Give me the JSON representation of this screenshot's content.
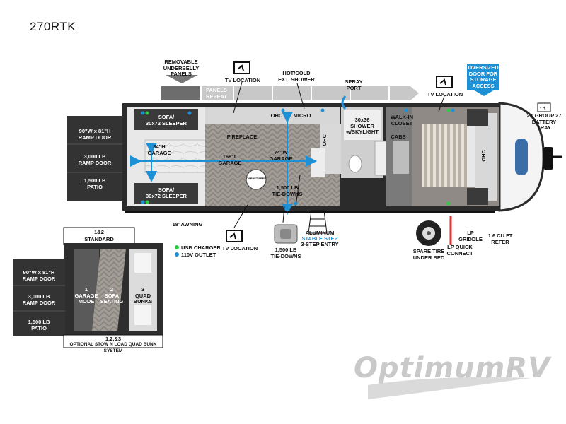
{
  "model": "270RTK",
  "labels": {
    "removable_panels": "REMOVABLE\nUNDERBELLY\nPANELS",
    "panels_repeat": "PANELS\nREPEAT",
    "tv_top": "TV LOCATION",
    "hot_cold": "HOT/COLD\nEXT. SHOWER",
    "spray_port": "SPRAY\nPORT",
    "tv_top_right": "TV LOCATION",
    "oversized_door": "OVERSIZED\nDOOR FOR\nSTORAGE\nACCESS",
    "battery": "2X GROUP 27\nBATTERY\nTRAY",
    "ramp_door_size": "90\"W x 81\"H\nRAMP DOOR",
    "ramp_door_lb": "3,000 LB\nRAMP DOOR",
    "patio": "1,500 LB\nPATIO",
    "sofa_top": "SOFA/\n30x72 SLEEPER",
    "sofa_bottom": "SOFA/\n30x72 SLEEPER",
    "garage_84": "84\"H\nGARAGE",
    "garage_168": "168\"L\nGARAGE",
    "garage_74": "74\"W\nGARAGE",
    "fireplace": "FIREPLACE",
    "ohc_kitchen": "OHC",
    "micro": "MICRO",
    "ohc_side": "OHC",
    "shower": "30x36\nSHOWER\nw/SKYLIGHT",
    "walkin_closet": "WALK-IN\nCLOSET",
    "cabs": "CABS",
    "ohc_bed": "OHC",
    "tie_downs_center": "1,500 LB\nTIE-DOWNS",
    "carpet_free": "CARPET FREE",
    "awning": "18' AWNING",
    "tv_bottom": "TV LOCATION",
    "tie_downs_bottom": "1,500 LB\nTIE-DOWNS",
    "aluminum": "ALUMINUM",
    "stable_step": "STABLE STEP",
    "step_entry": "3-STEP ENTRY",
    "spare_tire": "SPARE TIRE\nUNDER BED",
    "lp_griddle": "LP\nGRIDDLE",
    "lp_quick": "LP QUICK\nCONNECT",
    "refer": "1.6 CU FT\nREFER"
  },
  "legend": {
    "usb": "USB CHARGER",
    "outlet": "110V OUTLET",
    "usb_color": "#2ecc40",
    "outlet_color": "#1e90d6"
  },
  "inset": {
    "standard_num": "1&2",
    "standard": "STANDARD",
    "option1": "1\nGARAGE\nMODE",
    "option2": "2\nSOFA\nSEATING",
    "option3": "3\nQUAD\nBUNKS",
    "ramp_door_size": "90\"W x 81\"H\nRAMP DOOR",
    "ramp_door_lb": "3,000 LB\nRAMP DOOR",
    "patio": "1,500 LB\nPATIO",
    "bottom_num": "1,2,&3",
    "bottom_caption": "OPTIONAL STOW N LOAD QUAD BUNK SYSTEM"
  },
  "watermark": "OptimumRV",
  "colors": {
    "accent_blue": "#1e90d6",
    "dark": "#2a2a2a",
    "floor": "#9a9590"
  }
}
